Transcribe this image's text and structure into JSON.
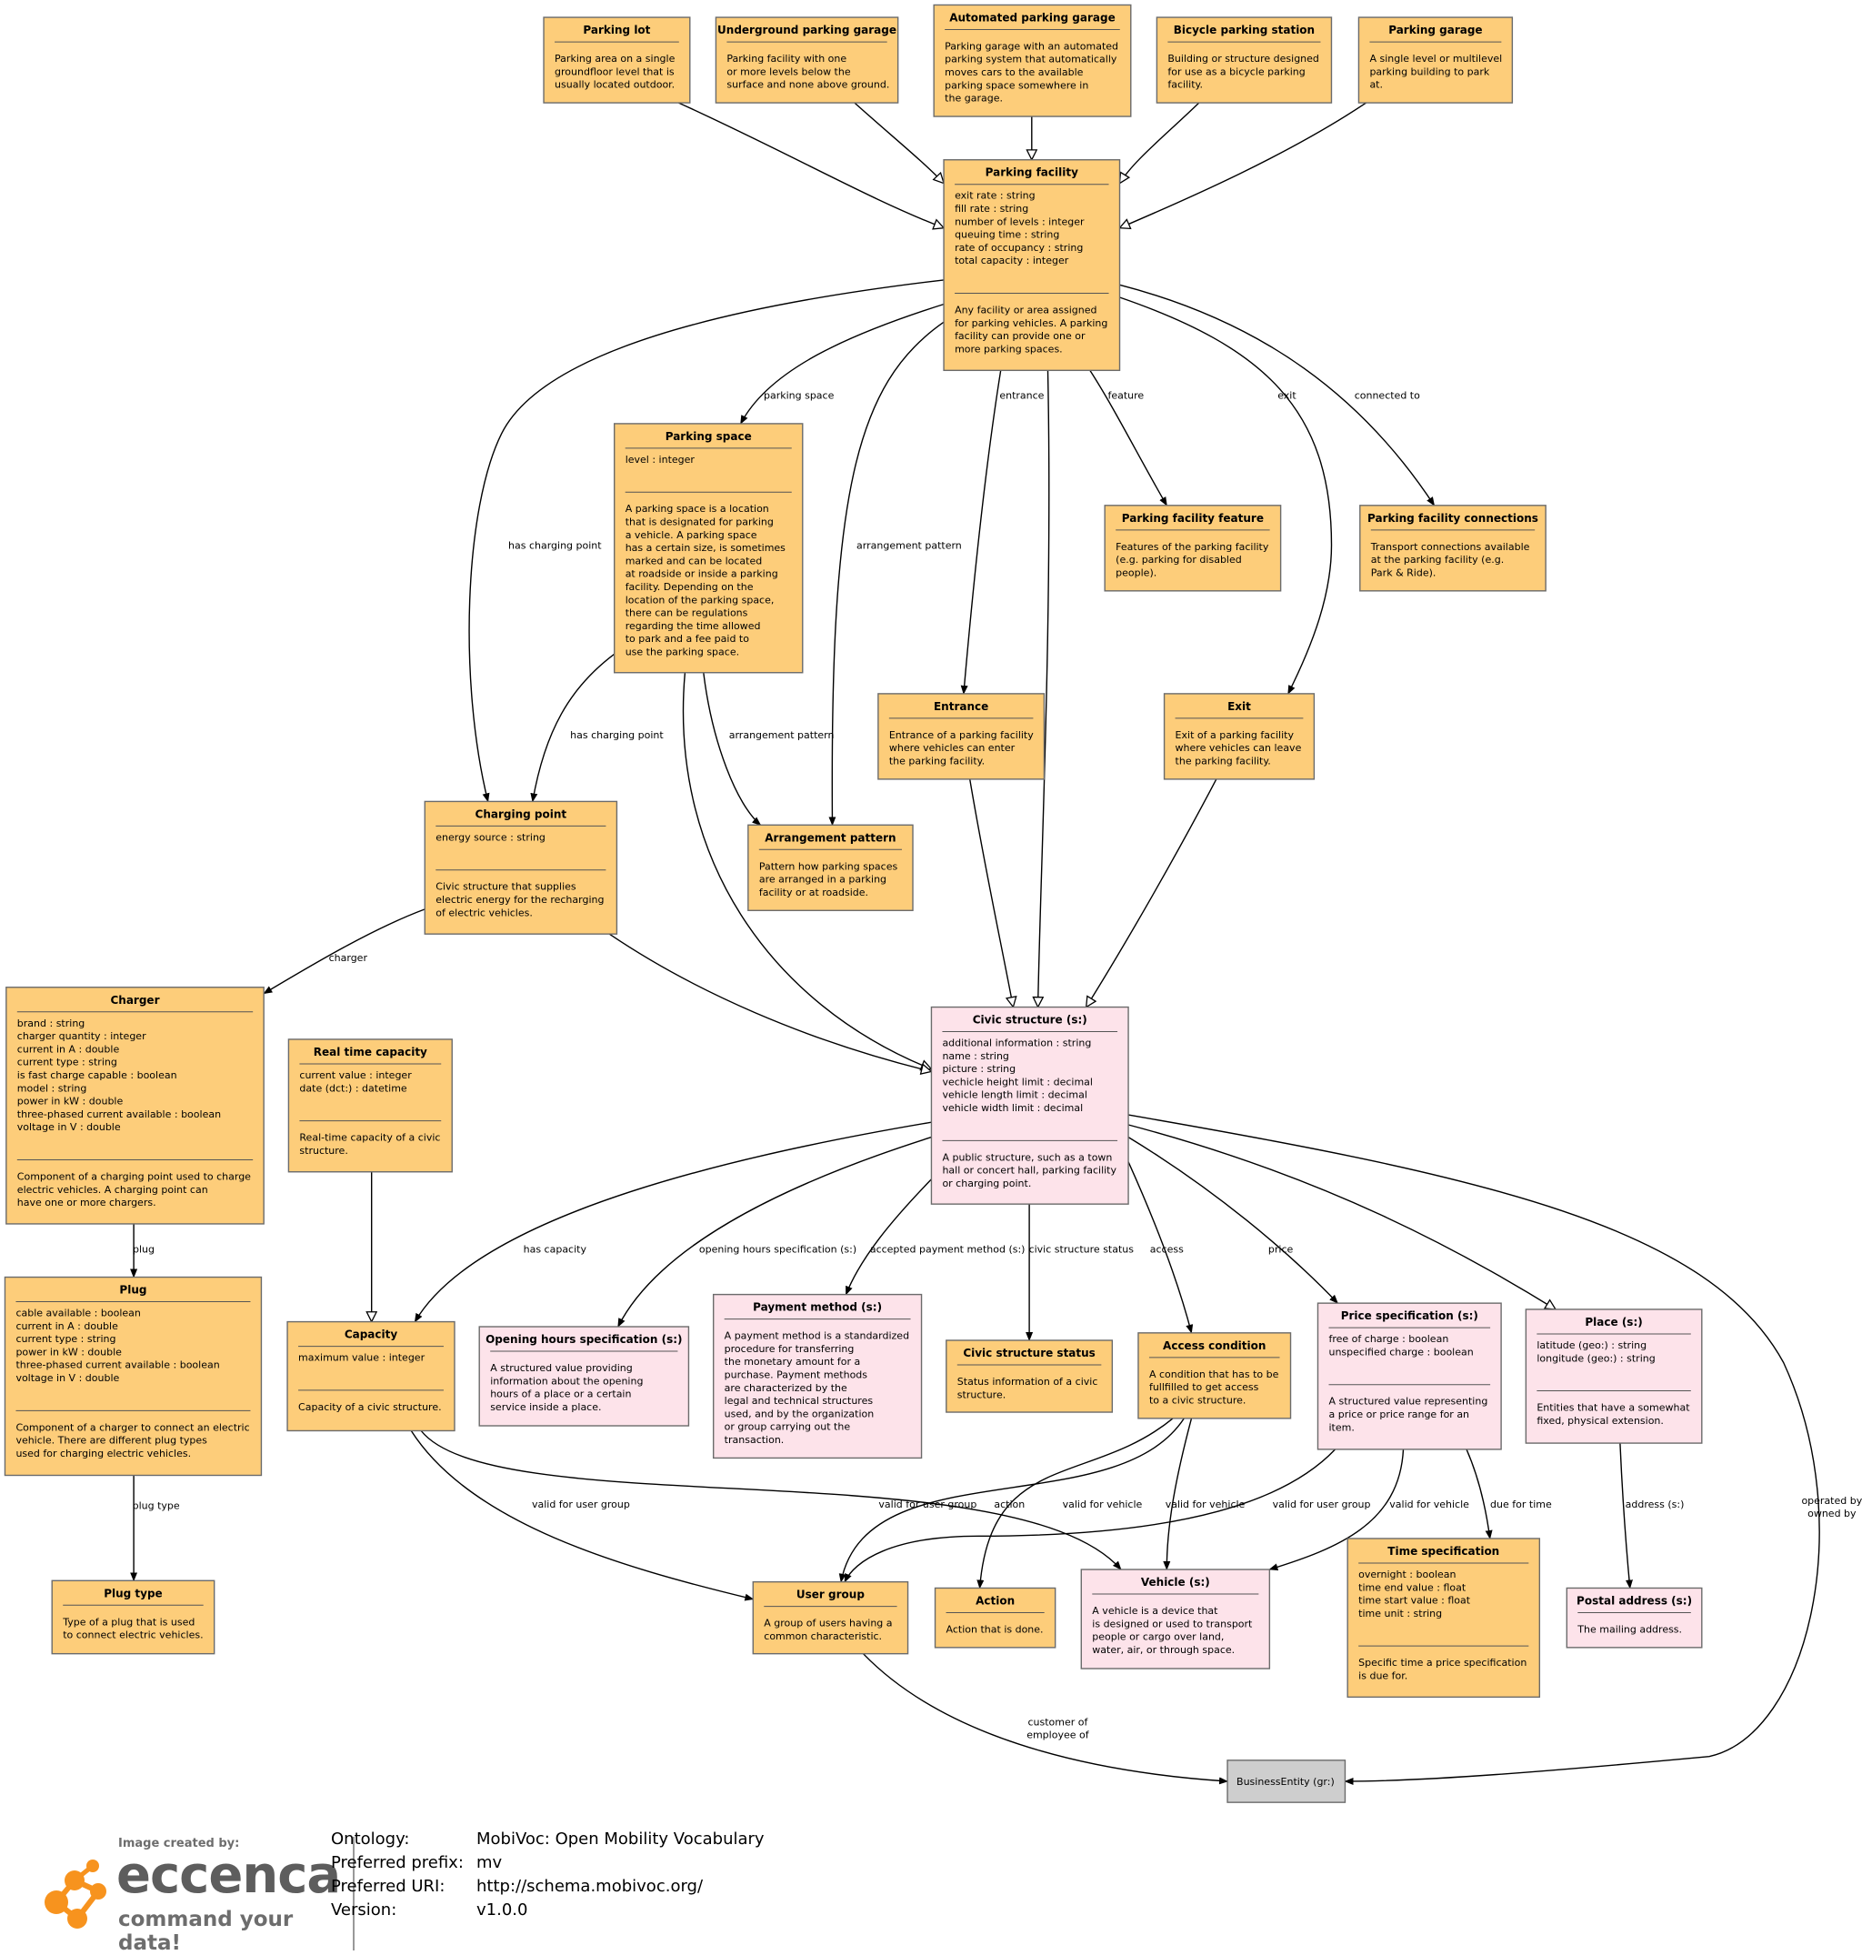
{
  "nodes": {
    "parking_lot": {
      "title": "Parking lot",
      "attrs": [],
      "desc": [
        "Parking area on a single",
        "groundfloor level that is",
        "usually located outdoor."
      ]
    },
    "underground_garage": {
      "title": "Underground parking garage",
      "attrs": [],
      "desc": [
        "Parking facility with one",
        "or more levels below the",
        "surface and none above ground."
      ]
    },
    "automated_garage": {
      "title": "Automated parking garage",
      "attrs": [],
      "desc": [
        "Parking garage with an automated",
        "parking system that automatically",
        "moves cars to the available",
        "parking space somewhere in",
        "the garage."
      ]
    },
    "bicycle_station": {
      "title": "Bicycle parking station",
      "attrs": [],
      "desc": [
        "Building or structure designed",
        "for use as a bicycle parking",
        "facility."
      ]
    },
    "parking_garage": {
      "title": "Parking garage",
      "attrs": [],
      "desc": [
        "A single level or multilevel",
        "parking building to park",
        "at."
      ]
    },
    "parking_facility": {
      "title": "Parking facility",
      "attrs": [
        "exit rate : string",
        "fill rate : string",
        "number of levels : integer",
        "queuing time : string",
        "rate of occupancy : string",
        "total capacity : integer"
      ],
      "desc": [
        "Any facility or area assigned",
        "for parking vehicles. A parking",
        "facility can provide one or",
        "more parking spaces."
      ]
    },
    "parking_space": {
      "title": "Parking space",
      "attrs": [
        "level : integer"
      ],
      "desc": [
        "A parking space is a location",
        "that is designated for parking",
        "a vehicle. A parking space",
        "has a certain size, is sometimes",
        "marked and can be located",
        "at roadside or inside a parking",
        "facility. Depending on the",
        "location of the parking space,",
        "there can be regulations",
        "regarding the time allowed",
        "to park and a fee paid to",
        "use the parking space."
      ]
    },
    "facility_feature": {
      "title": "Parking facility feature",
      "attrs": [],
      "desc": [
        "Features of the parking facility",
        "(e.g. parking for disabled",
        "people)."
      ]
    },
    "facility_connections": {
      "title": "Parking facility connections",
      "attrs": [],
      "desc": [
        "Transport connections available",
        "at the parking facility (e.g.",
        "Park & Ride)."
      ]
    },
    "entrance": {
      "title": "Entrance",
      "attrs": [],
      "desc": [
        "Entrance of a parking facility",
        "where vehicles can enter",
        "the parking facility."
      ]
    },
    "exit": {
      "title": "Exit",
      "attrs": [],
      "desc": [
        "Exit of a parking facility",
        "where vehicles can leave",
        "the parking facility."
      ]
    },
    "charging_point": {
      "title": "Charging point",
      "attrs": [
        "energy source : string"
      ],
      "desc": [
        "Civic structure that supplies",
        "electric energy for the recharging",
        "of electric vehicles."
      ]
    },
    "arrangement_pattern": {
      "title": "Arrangement pattern",
      "attrs": [],
      "desc": [
        "Pattern how parking spaces",
        "are arranged in a parking",
        "facility or at roadside."
      ]
    },
    "charger": {
      "title": "Charger",
      "attrs": [
        "brand : string",
        "charger quantity : integer",
        "current in A : double",
        "current type : string",
        "is fast charge capable : boolean",
        "model : string",
        "power in kW : double",
        "three-phased current available : boolean",
        "voltage in V : double"
      ],
      "desc": [
        "Component of a charging point used to charge",
        "electric vehicles. A charging point can",
        "have one or more chargers."
      ]
    },
    "realtime_capacity": {
      "title": "Real time capacity",
      "attrs": [
        "current value : integer",
        "date (dct:) : datetime"
      ],
      "desc": [
        "Real-time capacity of a civic",
        "structure."
      ]
    },
    "civic_structure": {
      "title": "Civic structure (s:)",
      "attrs": [
        "additional information : string",
        "name : string",
        "picture : string",
        "vechicle height limit : decimal",
        "vehicle length limit : decimal",
        "vehicle width limit : decimal"
      ],
      "desc": [
        "A public structure, such as a town",
        "hall or concert hall, parking facility",
        "or charging point."
      ]
    },
    "plug": {
      "title": "Plug",
      "attrs": [
        "cable available : boolean",
        "current in A : double",
        "current type : string",
        "power in kW : double",
        "three-phased current available : boolean",
        "voltage in V : double"
      ],
      "desc": [
        "Component of a charger to connect an electric",
        "vehicle. There are different plug types",
        "used for charging electric vehicles."
      ]
    },
    "capacity": {
      "title": "Capacity",
      "attrs": [
        "maximum value : integer"
      ],
      "desc": [
        "Capacity of a civic structure."
      ]
    },
    "opening_hours": {
      "title": "Opening hours specification (s:)",
      "attrs": [],
      "desc": [
        "A structured value providing",
        "information about the opening",
        "hours of a place or a certain",
        "service inside a place."
      ]
    },
    "payment_method": {
      "title": "Payment method (s:)",
      "attrs": [],
      "desc": [
        "A payment method is a standardized",
        "procedure for transferring",
        "the monetary amount for a",
        "purchase. Payment methods",
        "are characterized by the",
        "legal and technical structures",
        "used, and by the organization",
        "or group carrying out the",
        "transaction."
      ]
    },
    "civic_status": {
      "title": "Civic structure status",
      "attrs": [],
      "desc": [
        "Status information of a civic",
        "structure."
      ]
    },
    "access_condition": {
      "title": "Access condition",
      "attrs": [],
      "desc": [
        "A condition that has to be",
        "fullfilled to get access",
        "to a civic structure."
      ]
    },
    "price_spec": {
      "title": "Price specification (s:)",
      "attrs": [
        "free of charge : boolean",
        "unspecified charge : boolean"
      ],
      "desc": [
        "A structured value representing",
        "a price or price range for an",
        "item."
      ]
    },
    "place": {
      "title": "Place (s:)",
      "attrs": [
        "latitude (geo:) : string",
        "longitude (geo:) : string"
      ],
      "desc": [
        "Entities that have a somewhat",
        "fixed, physical extension."
      ]
    },
    "plug_type": {
      "title": "Plug type",
      "attrs": [],
      "desc": [
        "Type of a plug that is used",
        "to connect electric vehicles."
      ]
    },
    "user_group": {
      "title": "User group",
      "attrs": [],
      "desc": [
        "A group of users having a",
        "common characteristic."
      ]
    },
    "action": {
      "title": "Action",
      "attrs": [],
      "desc": [
        "Action that is done."
      ]
    },
    "vehicle": {
      "title": "Vehicle (s:)",
      "attrs": [],
      "desc": [
        "A vehicle is a device that",
        "is designed or used to transport",
        "people or cargo over land,",
        "water, air, or through space."
      ]
    },
    "time_spec": {
      "title": "Time specification",
      "attrs": [
        "overnight : boolean",
        "time end value : float",
        "time start value : float",
        "time unit : string"
      ],
      "desc": [
        "Specific time a price specification",
        "is due for."
      ]
    },
    "postal_address": {
      "title": "Postal address (s:)",
      "attrs": [],
      "desc": [
        "The mailing address."
      ]
    },
    "business_entity": {
      "title": "BusinessEntity (gr:)",
      "attrs": [],
      "desc": []
    }
  },
  "edges": {
    "parking_space": "parking space",
    "entrance": "entrance",
    "feature": "feature",
    "exit": "exit",
    "connected_to": "connected to",
    "arrangement_pattern_1": "arrangement pattern",
    "has_charging_point_1": "has charging point",
    "has_charging_point_2": "has charging point",
    "arrangement_pattern_2": "arrangement pattern",
    "charger": "charger",
    "plug": "plug",
    "plug_type": "plug type",
    "has_capacity": "has capacity",
    "opening_hours": "opening hours specification (s:)",
    "accepted_payment": "accepted payment method (s:)",
    "civic_status": "civic structure status",
    "access": "access",
    "price": "price",
    "operated_by": [
      "operated by",
      "owned by"
    ],
    "valid_user_group_cap": "valid for user group",
    "valid_user_group_acc": "valid for user group",
    "action": "action",
    "valid_vehicle_cap": "valid for vehicle",
    "valid_vehicle_acc": "valid for vehicle",
    "valid_user_group_price": "valid for user group",
    "valid_vehicle_price": "valid for vehicle",
    "due_for_time": "due for time",
    "address": "address (s:)",
    "customer_of": [
      "customer of",
      "employee of"
    ]
  },
  "footer": {
    "logo_created": "Image created by:",
    "logo_word": "eccenca",
    "logo_tagline": "command your data!",
    "ontology_label": "Ontology:",
    "ontology_value": "MobiVoc: Open Mobility Vocabulary",
    "prefix_label": "Preferred prefix:",
    "prefix_value": "mv",
    "uri_label": "Preferred URI:",
    "uri_value": "http://schema.mobivoc.org/",
    "version_label": "Version:",
    "version_value": "v1.0.0"
  },
  "colors": {
    "class_fill": "#fdcd7a",
    "external_fill": "#fde3ea",
    "business_fill": "#cecece",
    "logo_orange": "#f7931e"
  }
}
